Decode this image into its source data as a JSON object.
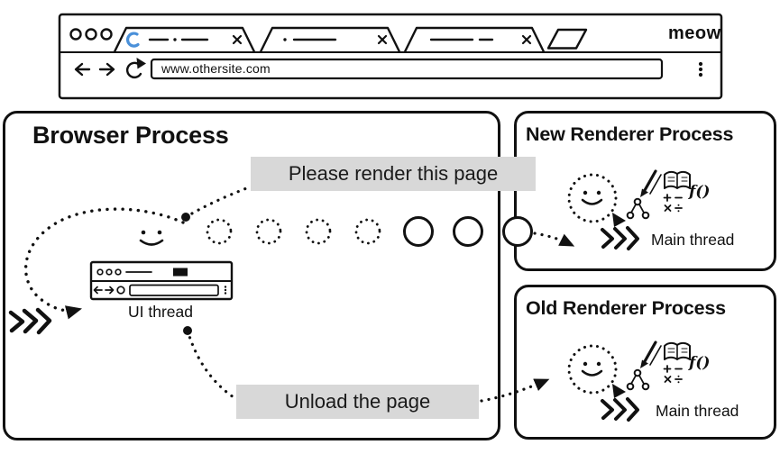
{
  "browser_chrome": {
    "url": "www.othersite.com",
    "logo": "meow"
  },
  "browser_process": {
    "title": "Browser Process",
    "render_message": "Please render this page",
    "unload_message": "Unload the page",
    "ui_thread_label": "UI thread"
  },
  "new_renderer_process": {
    "title": "New Renderer Process",
    "main_thread_label": "Main thread",
    "fn_icon_label": "f()"
  },
  "old_renderer_process": {
    "title": "Old Renderer Process",
    "main_thread_label": "Main thread",
    "fn_icon_label": "f()"
  },
  "colors": {
    "ink": "#111111",
    "label_bg": "#d8d8d8",
    "spinner_blue": "#4a90d9"
  }
}
